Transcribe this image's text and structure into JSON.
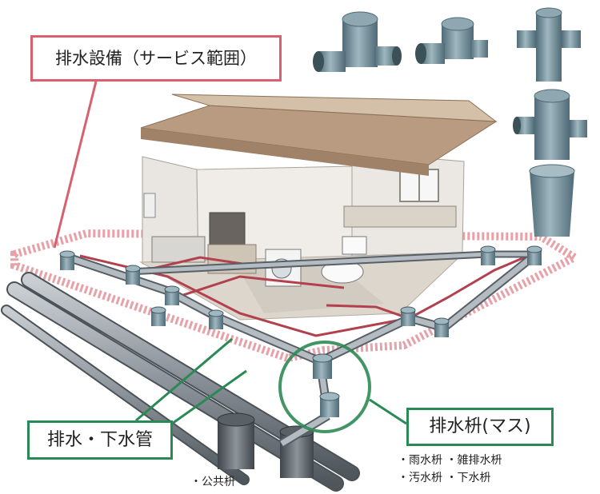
{
  "callouts": {
    "service_scope": "排水設備（サービス範囲）",
    "drain_sewer_pipe": "排水・下水管",
    "drain_basin": "排水枡(マス)"
  },
  "notes": {
    "public_basin": "・公共枡",
    "basin_types_line1": "・雨水枡 ・雑排水枡",
    "basin_types_line2": "・汚水枡 ・下水枡"
  },
  "colors": {
    "service_scope_accent": "#d9606e",
    "drain_accent": "#2a8a55",
    "pipe": "#8a9198",
    "fitting": "#6e8a96",
    "roof": "#c6ab90"
  }
}
